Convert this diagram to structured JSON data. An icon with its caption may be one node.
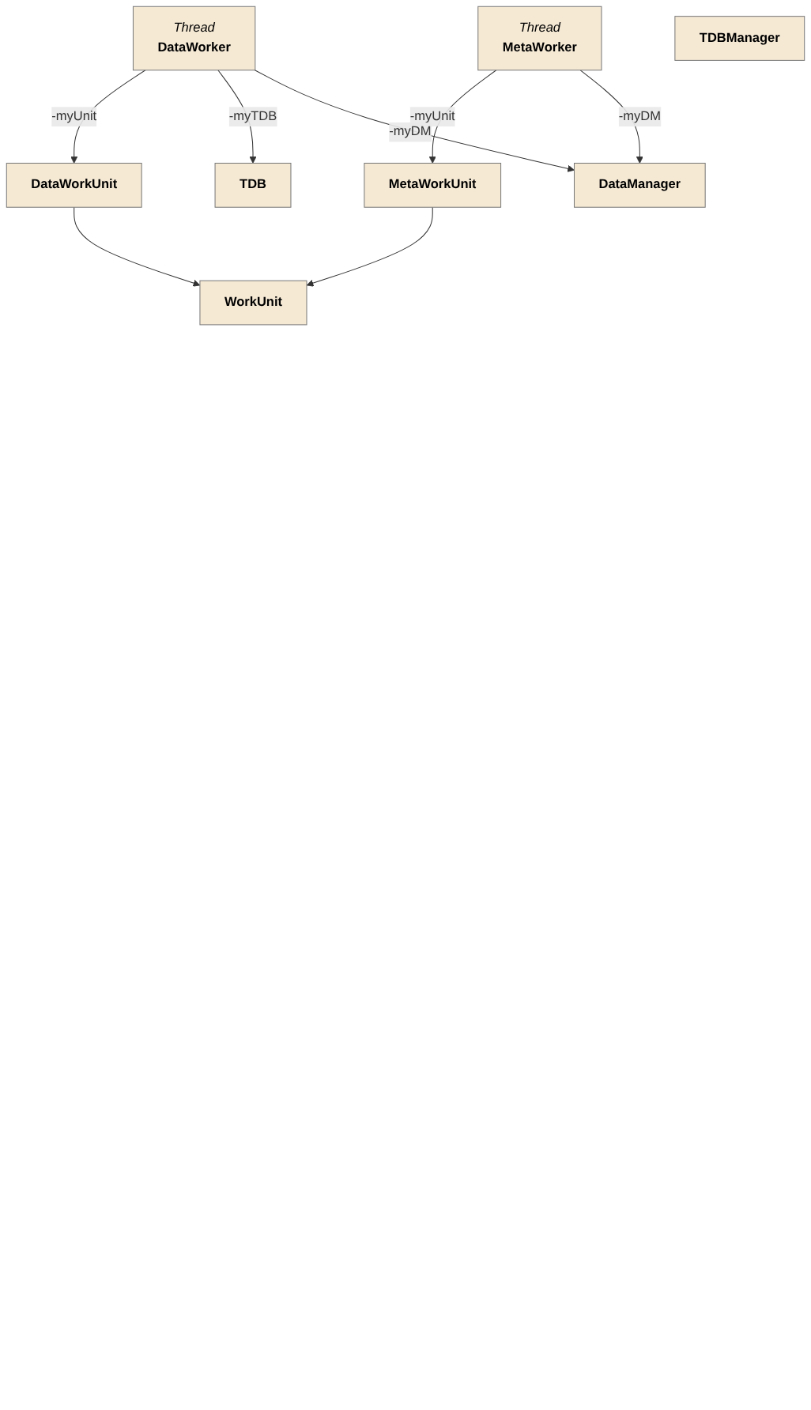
{
  "diagram": {
    "nodes": [
      {
        "text": [
          "WorkUnit"
        ]
      },
      {
        "text": [
          "DataWorkUnit"
        ]
      },
      {
        "text": [
          "MetaWorkUnit"
        ]
      },
      {
        "text": [
          "Thread",
          "DataWorker"
        ]
      },
      {
        "text": [
          "Thread",
          "MetaWorker"
        ]
      },
      {
        "text": [
          "TDB"
        ]
      },
      {
        "text": [
          "DataManager"
        ]
      },
      {
        "text": [
          "TDBManager"
        ]
      }
    ],
    "edges": [
      {
        "from": 1,
        "to": 0,
        "arrow": "to"
      },
      {
        "from": 2,
        "to": 0,
        "arrow": "to"
      },
      {
        "from": 3,
        "to": 1,
        "arrow": "to",
        "label": "-myUnit"
      },
      {
        "from": 4,
        "to": 2,
        "arrow": "to",
        "label": "-myUnit"
      },
      {
        "from": 3,
        "to": 5,
        "arrow": "to",
        "label": "-myTDB"
      },
      {
        "from": 3,
        "to": 6,
        "arrow": "to",
        "label": "-myDM"
      },
      {
        "from": 4,
        "to": 6,
        "arrow": "to",
        "label": "-myDM"
      }
    ]
  }
}
